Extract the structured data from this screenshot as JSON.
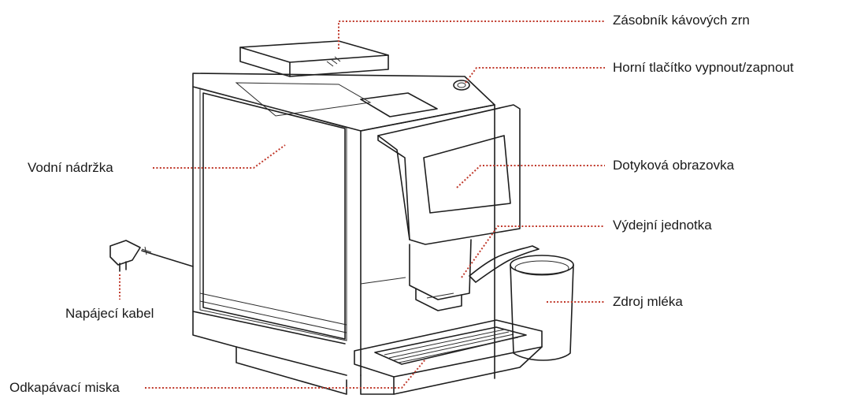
{
  "colors": {
    "leader": "#c0392b",
    "outline": "#1e1e1e",
    "background": "#ffffff"
  },
  "labels": {
    "bean_hopper": "Zásobník kávových zrn",
    "power_button": "Horní tlačítko vypnout/zapnout",
    "water_tank": "Vodní nádržka",
    "touch_screen": "Dotyková obrazovka",
    "dispenser": "Výdejní jednotka",
    "milk_source": "Zdroj mléka",
    "power_cable": "Napájecí kabel",
    "drip_tray": "Odkapávací miska"
  }
}
